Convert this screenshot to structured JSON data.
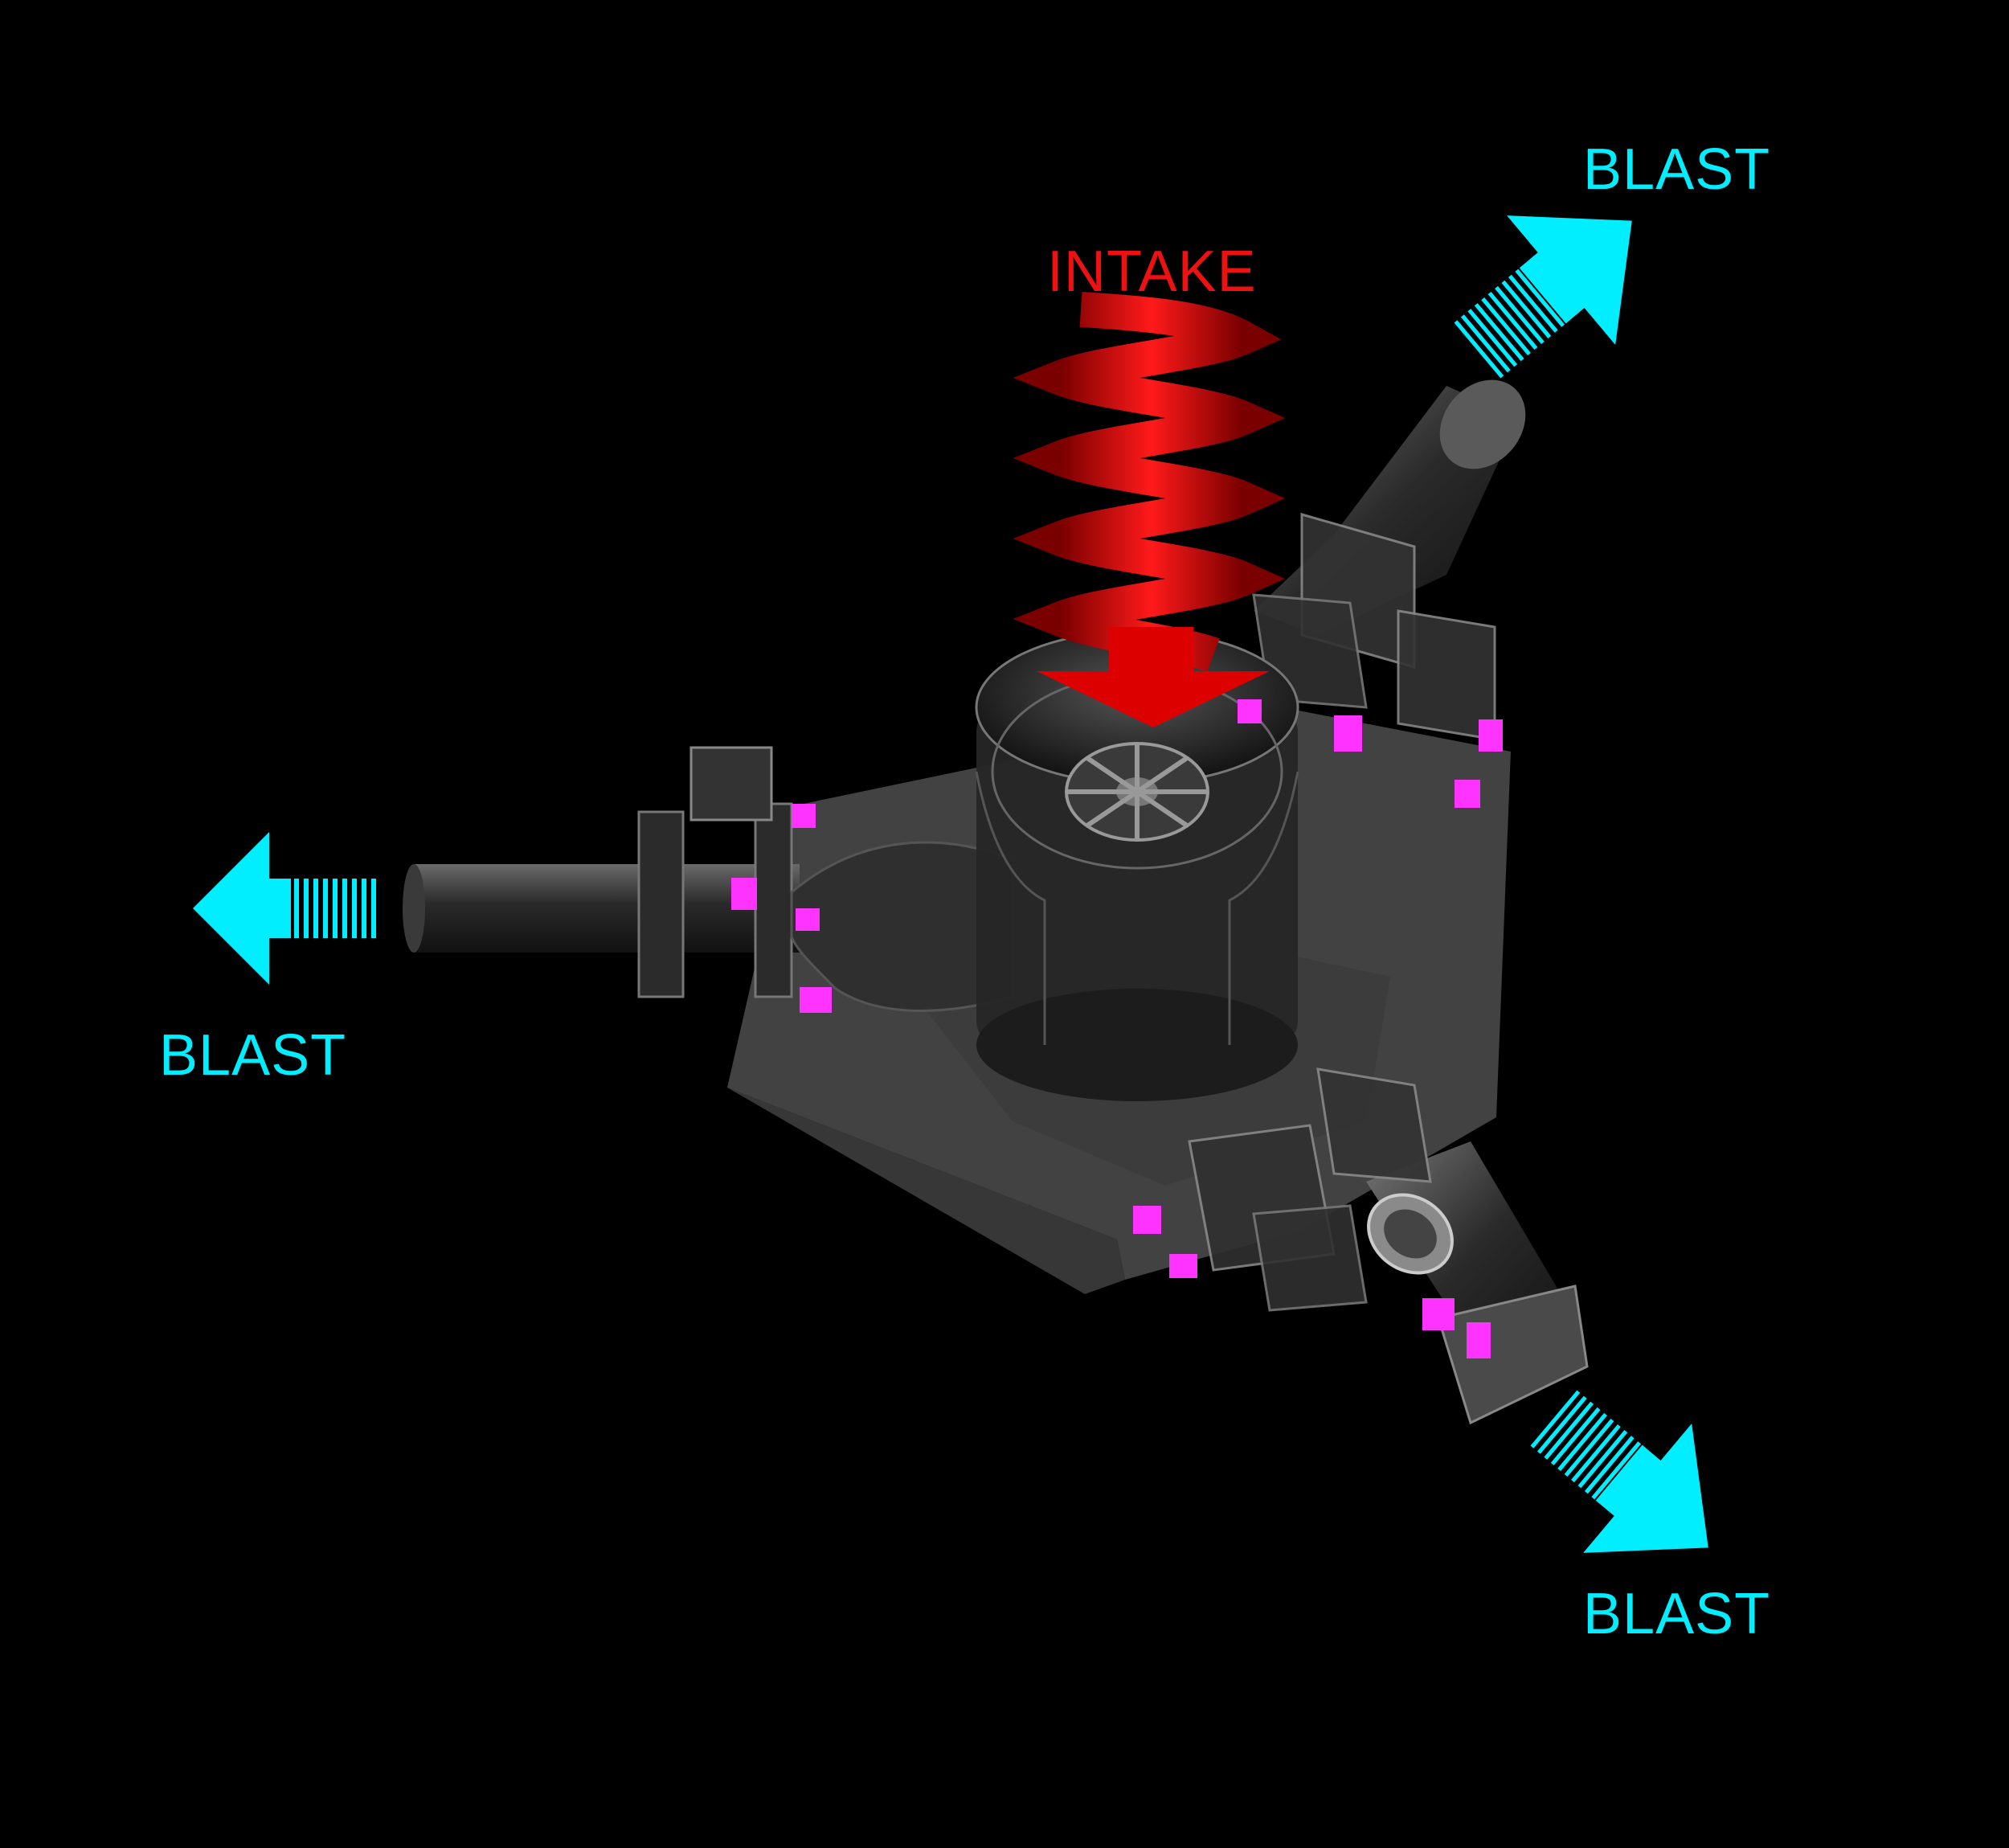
{
  "labels": {
    "blast_top": "BLAST",
    "intake": "INTAKE",
    "blast_left": "BLAST",
    "blast_bottom": "BLAST"
  },
  "colors": {
    "background": "#000000",
    "blast": "#00eeff",
    "intake": "#ee1111",
    "bracket": "#ff33ff",
    "housing": "#5a5a5a"
  }
}
